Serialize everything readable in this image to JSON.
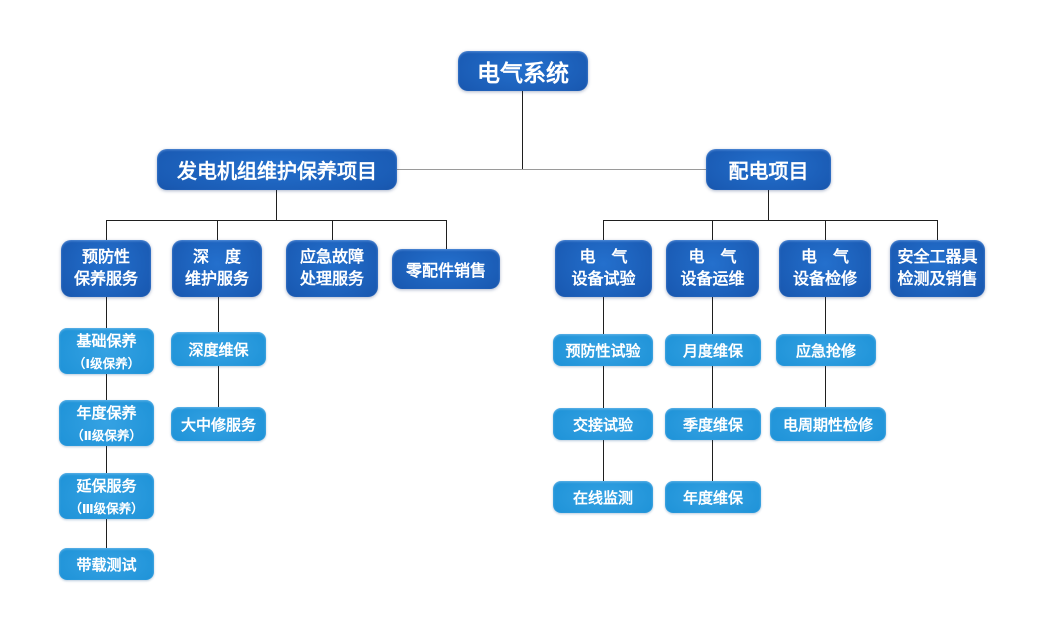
{
  "colors": {
    "node_primary_dark": "#0d3176",
    "node_primary_bright": "#2470cd",
    "node_secondary_dark": "#0d7dc4",
    "node_secondary_bright": "#35a2e3",
    "connector": "#1f1f1f",
    "connector_gray": "#9a9a9a",
    "text": "#ffffff",
    "background": "#ffffff"
  },
  "nodes": {
    "root": "电气系统",
    "generator_project": "发电机组维护保养项目",
    "distribution_project": "配电项目",
    "preventive_service": "预防性\n保养服务",
    "deep_service": "深　度\n维护服务",
    "emergency_service": "应急故障\n处理服务",
    "spare_parts_sales": "零配件销售",
    "equipment_testing": "电　气\n设备试验",
    "equipment_operation": "电　气\n设备运维",
    "equipment_overhaul": "电　气\n设备检修",
    "safety_tools": "安全工器具\n检测及销售",
    "basic_maintenance": {
      "title": "基础保养",
      "sub": "（Ⅰ级保养）"
    },
    "annual_maintenance": {
      "title": "年度保养",
      "sub": "（Ⅱ级保养）"
    },
    "extended_warranty": {
      "title": "延保服务",
      "sub": "（Ⅲ级保养）"
    },
    "load_test": "带载测试",
    "deep_maintenance": "深度维保",
    "major_repair": "大中修服务",
    "preventive_test": "预防性试验",
    "handover_test": "交接试验",
    "online_monitoring": "在线监测",
    "monthly_maintenance": "月度维保",
    "quarterly_maintenance": "季度维保",
    "yearly_maintenance": "年度维保",
    "emergency_repair": "应急抢修",
    "periodic_overhaul": "电周期性检修"
  }
}
